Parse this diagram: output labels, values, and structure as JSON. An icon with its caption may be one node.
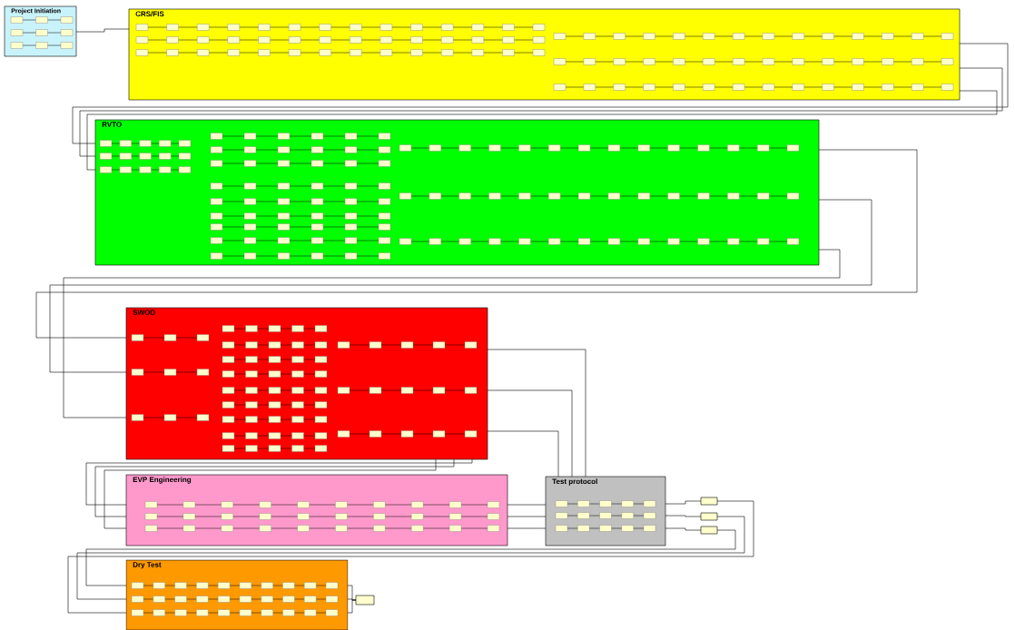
{
  "diagram": {
    "nodes": [
      {
        "text": [
          "Project Initiation"
        ]
      },
      {
        "text": [
          "CRS/FIS"
        ]
      },
      {
        "text": [
          "RVTO"
        ]
      },
      {
        "text": [
          "SWOD"
        ]
      },
      {
        "text": [
          "EVP Engineering"
        ]
      },
      {
        "text": [
          "Test protocol"
        ]
      },
      {
        "text": [],
        "shape": "box"
      },
      {
        "text": [],
        "shape": "box"
      },
      {
        "text": [],
        "shape": "box"
      },
      {
        "text": [
          "Dry Test"
        ]
      },
      {
        "text": [],
        "shape": "box"
      }
    ],
    "edges": [
      {
        "from": 0,
        "to": 1,
        "arrow": "none"
      },
      {
        "from": 1,
        "to": 2,
        "arrow": "none"
      },
      {
        "from": 1,
        "to": 2,
        "arrow": "none"
      },
      {
        "from": 1,
        "to": 2,
        "arrow": "none"
      },
      {
        "from": 2,
        "to": 3,
        "arrow": "none"
      },
      {
        "from": 2,
        "to": 3,
        "arrow": "none"
      },
      {
        "from": 2,
        "to": 3,
        "arrow": "none"
      },
      {
        "from": 3,
        "to": 5,
        "arrow": "none"
      },
      {
        "from": 3,
        "to": 5,
        "arrow": "none"
      },
      {
        "from": 3,
        "to": 5,
        "arrow": "none"
      },
      {
        "from": 3,
        "to": 4,
        "arrow": "none"
      },
      {
        "from": 3,
        "to": 4,
        "arrow": "none"
      },
      {
        "from": 3,
        "to": 4,
        "arrow": "none"
      },
      {
        "from": 4,
        "to": 5,
        "arrow": "none"
      },
      {
        "from": 4,
        "to": 5,
        "arrow": "none"
      },
      {
        "from": 4,
        "to": 5,
        "arrow": "none"
      },
      {
        "from": 5,
        "to": 6,
        "arrow": "none"
      },
      {
        "from": 5,
        "to": 7,
        "arrow": "none"
      },
      {
        "from": 5,
        "to": 8,
        "arrow": "none"
      },
      {
        "from": 6,
        "to": 9,
        "arrow": "none"
      },
      {
        "from": 7,
        "to": 9,
        "arrow": "none"
      },
      {
        "from": 8,
        "to": 9,
        "arrow": "none"
      },
      {
        "from": 9,
        "to": 10,
        "arrow": "none"
      },
      {
        "from": 9,
        "to": 10,
        "arrow": "none"
      },
      {
        "from": 9,
        "to": 10,
        "arrow": "none"
      }
    ]
  }
}
